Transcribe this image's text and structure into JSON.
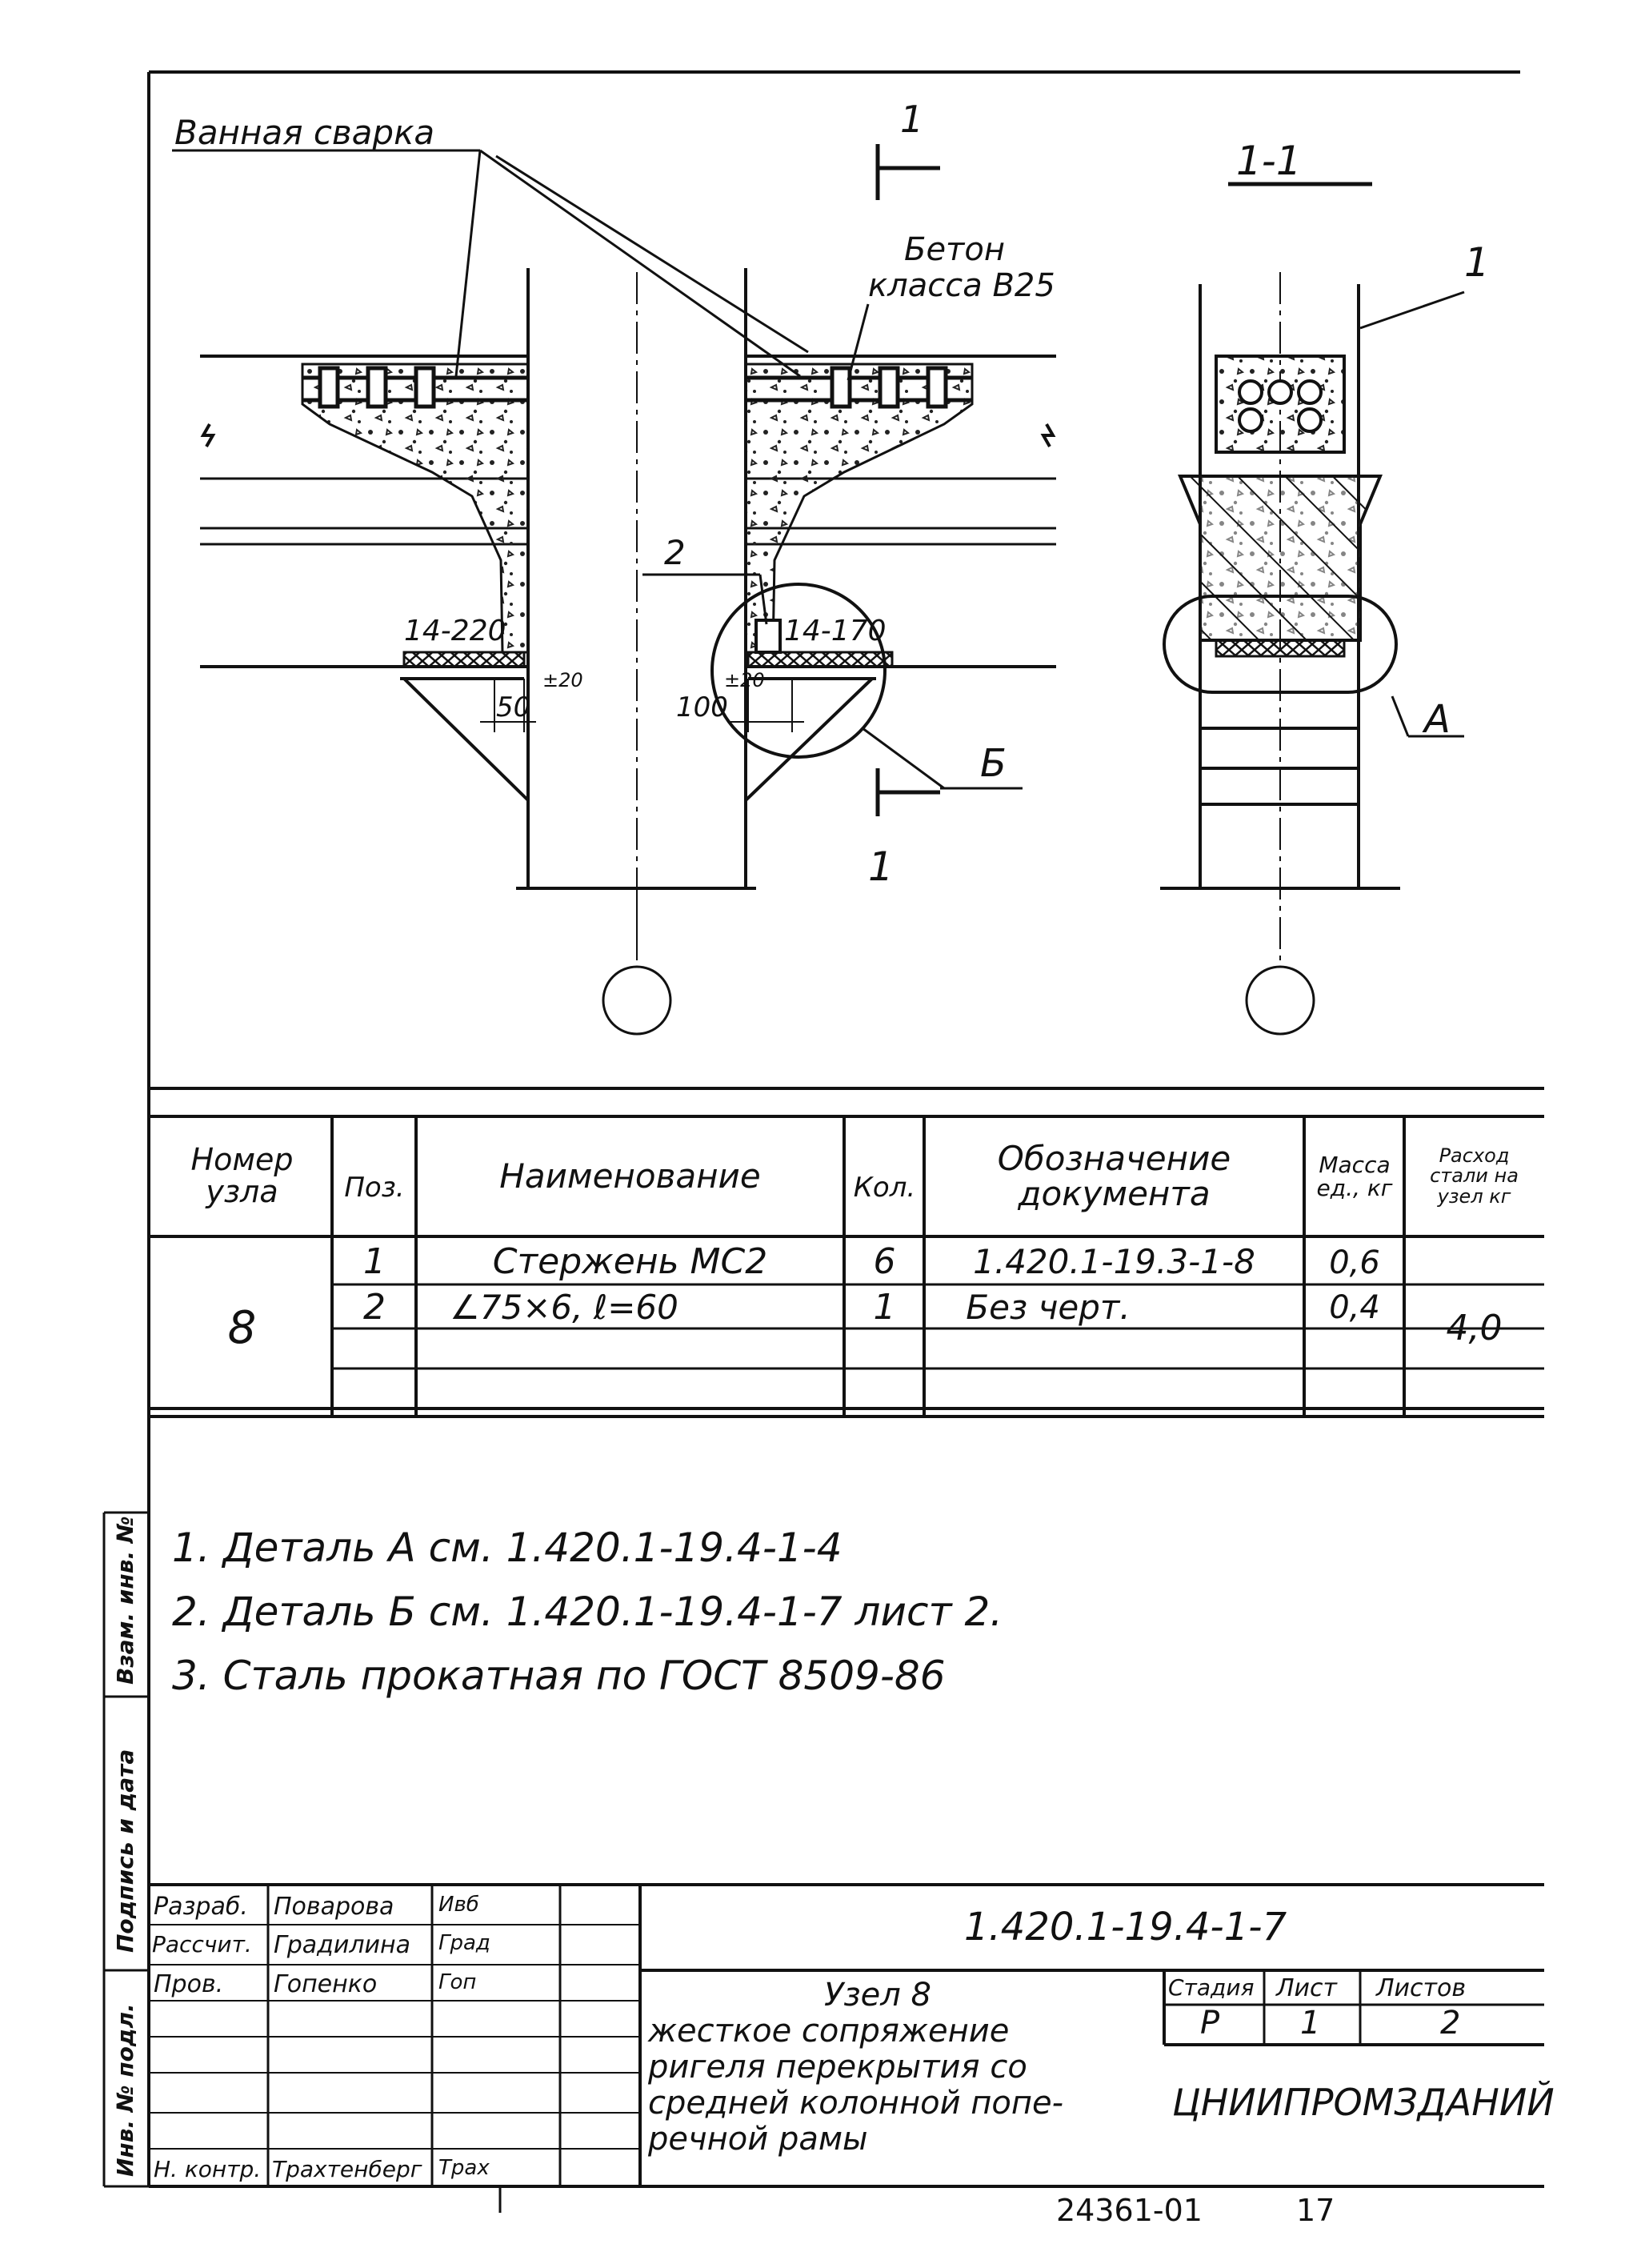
{
  "drawing": {
    "callouts": {
      "welding": "Ванная сварка",
      "section_mark_top": "1",
      "section_mark_bottom": "1",
      "section_title": "1-1",
      "concrete_line1": "Бетон",
      "concrete_line2": "класса В25",
      "pos2": "2",
      "rebar_left": "14-220",
      "rebar_right": "14-170",
      "dim_left": "50",
      "dim_left_tol": "±20",
      "dim_right": "100",
      "dim_right_tol": "±20",
      "detail_b": "Б",
      "detail_a": "А",
      "pos1": "1"
    }
  },
  "spec_table": {
    "headers": {
      "node_number": "Номер узла",
      "pos": "Поз.",
      "name": "Наименование",
      "qty": "Кол.",
      "doc": "Обозначение документа",
      "mass": "Масса ед., кг",
      "steel": "Расход стали на узел кг"
    },
    "node": "8",
    "steel_total": "4,0",
    "rows": [
      {
        "pos": "1",
        "name": "Стержень МС2",
        "qty": "6",
        "doc": "1.420.1-19.3-1-8",
        "mass": "0,6"
      },
      {
        "pos": "2",
        "name": "∠75×6, ℓ=60",
        "qty": "1",
        "doc": "Без черт.",
        "mass": "0,4"
      }
    ]
  },
  "notes": [
    "1. Деталь А см. 1.420.1-19.4-1-4",
    "2. Деталь Б см. 1.420.1-19.4-1-7 лист 2.",
    "3. Сталь прокатная по ГОСТ 8509-86"
  ],
  "side_stamp": {
    "inv_orig": "Инв. № подл.",
    "sign_date": "Подпись и дата",
    "replace_inv": "Взам. инв. №"
  },
  "title_block": {
    "roles": [
      {
        "role": "Разраб.",
        "name": "Поварова",
        "sign": "Ивб"
      },
      {
        "role": "Рассчит.",
        "name": "Градилина",
        "sign": "Град"
      },
      {
        "role": "Пров.",
        "name": "Гопенко",
        "sign": "Гоп"
      },
      {
        "role": "",
        "name": "",
        "sign": ""
      },
      {
        "role": "",
        "name": "",
        "sign": ""
      },
      {
        "role": "",
        "name": "",
        "sign": ""
      },
      {
        "role": "",
        "name": "",
        "sign": ""
      },
      {
        "role": "Н. контр.",
        "name": "Трахтенберг",
        "sign": "Трах"
      }
    ],
    "doc_code": "1.420.1-19.4-1-7",
    "title_line1": "Узел 8",
    "title_line2": "жесткое сопряжение",
    "title_line3": "ригеля перекрытия со",
    "title_line4": "средней колонной попе-",
    "title_line5": "речной рамы",
    "stage_label": "Стадия",
    "sheet_label": "Лист",
    "sheets_label": "Листов",
    "stage": "Р",
    "sheet": "1",
    "sheets": "2",
    "org": "ЦНИИПРОМЗДАНИЙ"
  },
  "footer": {
    "archive": "24361-01",
    "page": "17"
  }
}
